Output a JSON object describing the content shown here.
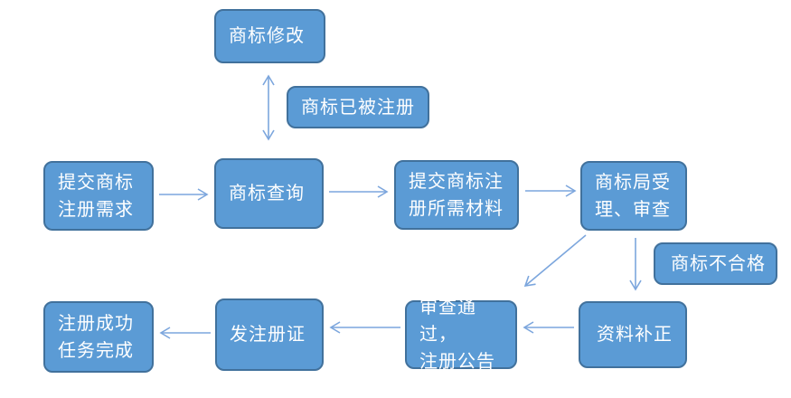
{
  "diagram": {
    "type": "flowchart",
    "topic": "trademark-registration-process",
    "background": "#ffffff",
    "colors": {
      "node_fill": "#5b9bd5",
      "node_border": "#41719c",
      "node_text": "#ffffff",
      "arrow": "#7ca6dd"
    },
    "nodes": [
      {
        "id": "trademark-modification",
        "kind": "process",
        "label": "商标修改"
      },
      {
        "id": "trademark-already-registered",
        "kind": "label",
        "label": "商标已被注册"
      },
      {
        "id": "submit-registration-need",
        "kind": "process",
        "label": "提交商标\n注册需求"
      },
      {
        "id": "trademark-query",
        "kind": "process",
        "label": "商标查询"
      },
      {
        "id": "submit-required-materials",
        "kind": "process",
        "label": "提交商标注\n册所需材料"
      },
      {
        "id": "bureau-accept-review",
        "kind": "process",
        "label": "商标局受\n理、审查"
      },
      {
        "id": "trademark-unqualified",
        "kind": "label",
        "label": "商标不合格"
      },
      {
        "id": "material-supplement",
        "kind": "process",
        "label": "资料补正"
      },
      {
        "id": "review-passed-announcement",
        "kind": "process",
        "label": "审查通过，\n注册公告"
      },
      {
        "id": "issue-certificate",
        "kind": "process",
        "label": "发注册证"
      },
      {
        "id": "registration-success",
        "kind": "process",
        "label": "注册成功\n任务完成"
      }
    ],
    "edges": [
      {
        "from": "trademark-query",
        "to": "trademark-modification",
        "style": "double-headed",
        "condition": "商标已被注册"
      },
      {
        "from": "submit-registration-need",
        "to": "trademark-query",
        "style": "single"
      },
      {
        "from": "trademark-query",
        "to": "submit-required-materials",
        "style": "single"
      },
      {
        "from": "submit-required-materials",
        "to": "bureau-accept-review",
        "style": "single"
      },
      {
        "from": "bureau-accept-review",
        "to": "review-passed-announcement",
        "style": "single"
      },
      {
        "from": "bureau-accept-review",
        "to": "material-supplement",
        "style": "single",
        "condition": "商标不合格"
      },
      {
        "from": "material-supplement",
        "to": "review-passed-announcement",
        "style": "single"
      },
      {
        "from": "review-passed-announcement",
        "to": "issue-certificate",
        "style": "single"
      },
      {
        "from": "issue-certificate",
        "to": "registration-success",
        "style": "single"
      }
    ]
  }
}
